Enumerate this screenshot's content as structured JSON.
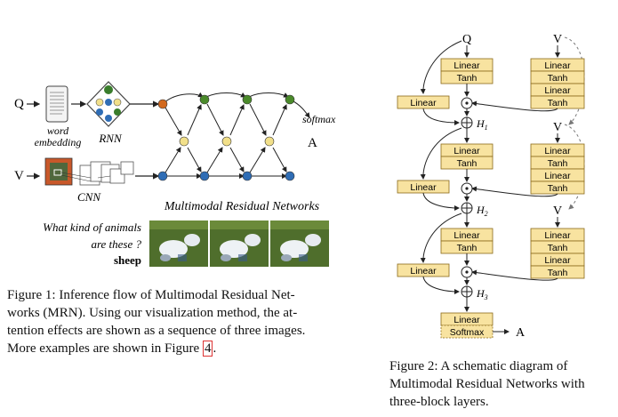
{
  "figure1": {
    "q_label": "Q",
    "v_label": "V",
    "word_embedding_label": "word\nembedding",
    "rnn_label": "RNN",
    "cnn_label": "CNN",
    "softmax_label": "softmax",
    "a_label": "A",
    "mrn_title": "Multimodal Residual Networks",
    "question_line1": "What kind of animals",
    "question_line2": "are these ?",
    "answer": "sheep",
    "caption_lines": [
      "Figure 1: Inference flow of Multimodal Residual Net-",
      "works (MRN). Using our visualization method, the at-",
      "tention effects are shown as a sequence of three images.",
      "More examples are shown in Figure "
    ],
    "caption_ref": "4",
    "caption_end": ".",
    "colors": {
      "rnn_green": "#3a7d2c",
      "node_orange": "#d2691e",
      "node_green": "#4a8a2a",
      "node_yellow": "#f2e08a",
      "node_blue": "#2f6db5"
    }
  },
  "figure2": {
    "q_label": "Q",
    "v_label": "V",
    "linear_label": "Linear",
    "tanh_label": "Tanh",
    "softmax_label": "Softmax",
    "a_label": "A",
    "h1_label": "H",
    "h1_sub": "1",
    "h2_label": "H",
    "h2_sub": "2",
    "h3_label": "H",
    "h3_sub": "3",
    "caption_lines": [
      "Figure 2:  A schematic diagram of",
      "Multimodal Residual Networks with",
      "three-block layers."
    ],
    "colors": {
      "box_fill": "#f8e3a0",
      "box_stroke": "#8a6a1a"
    }
  }
}
